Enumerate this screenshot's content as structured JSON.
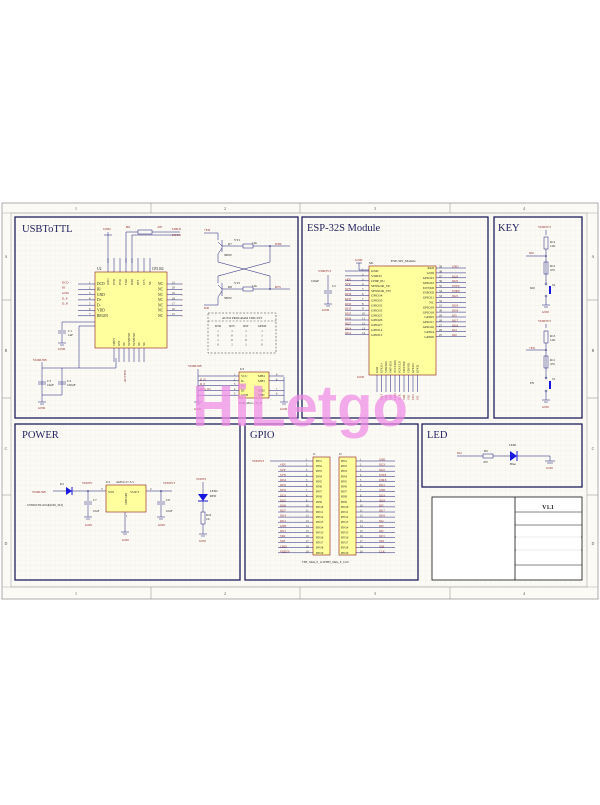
{
  "sheet": {
    "columns": [
      "1",
      "2",
      "3",
      "4"
    ],
    "rows": [
      "A",
      "B",
      "C",
      "D"
    ],
    "watermark": "HiLetgo",
    "colors": {
      "frame_bg": "#fbfaf5",
      "panel_border": "#1f1f5e",
      "wire": "#1a1a7a",
      "net_label": "#8b1a1a",
      "chip_fill": "#ffff9e",
      "chip_border": "#8b1a1a",
      "grid": "#ece8dc",
      "watermark": "#f08ae6",
      "led": "#1818e0"
    }
  },
  "panels": {
    "usb": {
      "title": "USBToTTL",
      "chip": {
        "ref": "U2",
        "part": "CP2102",
        "left_pins": [
          {
            "num": "1",
            "name": "DCD",
            "net": "DCD"
          },
          {
            "num": "2",
            "name": "RI",
            "net": "RI"
          },
          {
            "num": "3",
            "name": "GND",
            "net": "GND"
          },
          {
            "num": "4",
            "name": "D+",
            "net": "D_P"
          },
          {
            "num": "5",
            "name": "D-",
            "net": "D_N"
          },
          {
            "num": "6",
            "name": "VDD",
            "net": ""
          },
          {
            "num": "7",
            "name": "REGIN",
            "net": ""
          }
        ],
        "right_pins": [
          {
            "num": "21",
            "name": "NC"
          },
          {
            "num": "20",
            "name": "NC"
          },
          {
            "num": "19",
            "name": "NC"
          },
          {
            "num": "18",
            "name": "NC"
          },
          {
            "num": "17",
            "name": "NC"
          },
          {
            "num": "16",
            "name": "NC"
          },
          {
            "num": "15",
            "name": "NC"
          }
        ],
        "top_pins": [
          "GND",
          "DTR",
          "DSR",
          "TXD",
          "RXD",
          "RTS",
          "CTS",
          "NC"
        ],
        "bottom_pins": [
          "VBUS",
          "RST",
          "NC",
          "SUSPEND",
          "SUSPEND",
          "NC",
          "NC"
        ],
        "bottom_net": "ACTIVE"
      },
      "top_nets": {
        "gnd": "GND",
        "r6": "R6",
        "r6_val": "470",
        "u0rx": "U0RX",
        "u0tx": "U0TX"
      },
      "c1": {
        "ref": "C1",
        "val": "1uF",
        "gnd": "GND"
      },
      "vddusb": "VDDUSB",
      "c3": {
        "ref": "C3",
        "val": "10uF"
      },
      "c4": {
        "ref": "C4",
        "val": "100nF"
      },
      "gnd2": "GND",
      "transistors": {
        "en": "+EN",
        "vt1": "VT1",
        "r7": "R7",
        "r7_val": "12k",
        "dtr": "DTR",
        "q1": "S8050",
        "vt2": "VT2",
        "r8": "R8",
        "r8_val": "12k",
        "rts": "RTS",
        "q2": "S8050",
        "io0": "IO0"
      },
      "auto_table": {
        "title": "AUTO PROGRAM CIRCUIT",
        "headers": [
          "DTR",
          "RTS",
          "RST",
          "GPIO0"
        ],
        "rows": [
          [
            "1",
            "1",
            "1",
            "1"
          ],
          [
            "0",
            "0",
            "1",
            "1"
          ],
          [
            "1",
            "0",
            "0",
            "1"
          ],
          [
            "0",
            "1",
            "1",
            "0"
          ]
        ]
      },
      "micro_usb": {
        "ref": "U3",
        "part": "USB_Micro_5S_B",
        "vdd": "VDDUSB",
        "left_pins": [
          {
            "num": "1",
            "name": "VCC",
            "net": ""
          },
          {
            "num": "2",
            "name": "D-",
            "net": "D_N"
          },
          {
            "num": "3",
            "name": "D+",
            "net": "D_P"
          },
          {
            "num": "4",
            "name": "ID",
            "net": "OTG_ID"
          },
          {
            "num": "5",
            "name": "GND",
            "net": ""
          }
        ],
        "right_pins": [
          {
            "num": "9",
            "name": "MH4"
          },
          {
            "num": "8",
            "name": "MH3"
          },
          {
            "num": "7",
            "name": "MH2"
          },
          {
            "num": "6",
            "name": "MH1"
          }
        ],
        "gnd_left": "GND",
        "gnd_right": "GND"
      }
    },
    "esp": {
      "title": "ESP-32S Module",
      "module": {
        "ref": "M1",
        "part": "ESP-32S_Module",
        "left_pins": [
          {
            "num": "1",
            "name": "GND",
            "net": ""
          },
          {
            "num": "2",
            "name": "VDD33",
            "net": ""
          },
          {
            "num": "3",
            "name": "CHIP_PU",
            "net": "+EN"
          },
          {
            "num": "4",
            "name": "SENSOR_VP",
            "net": "SVP"
          },
          {
            "num": "5",
            "name": "SENSOR_VN",
            "net": "SVN"
          },
          {
            "num": "6",
            "name": "GPIO34",
            "net": "IO34"
          },
          {
            "num": "7",
            "name": "GPIO35",
            "net": "IO35"
          },
          {
            "num": "8",
            "name": "GPIO32",
            "net": "IO32"
          },
          {
            "num": "9",
            "name": "GPIO33",
            "net": "IO33"
          },
          {
            "num": "10",
            "name": "GPIO25",
            "net": "IO25"
          },
          {
            "num": "11",
            "name": "GPIO26",
            "net": "IO26"
          },
          {
            "num": "12",
            "name": "GPIO27",
            "net": "IO27"
          },
          {
            "num": "13",
            "name": "GPIO14",
            "net": "IO14"
          },
          {
            "num": "14",
            "name": "GPIO12",
            "net": "IO12"
          }
        ],
        "right_pins": [
          {
            "num": "39",
            "name": "PAD",
            "net": "GND"
          },
          {
            "num": "38",
            "name": "GND",
            "net": ""
          },
          {
            "num": "37",
            "name": "GPIO23",
            "net": "IO23"
          },
          {
            "num": "36",
            "name": "GPIO22",
            "net": "IO22"
          },
          {
            "num": "35",
            "name": "U0TXD",
            "net": "U0TX"
          },
          {
            "num": "34",
            "name": "U0RXD",
            "net": "U0RX"
          },
          {
            "num": "33",
            "name": "GPIO21",
            "net": "IO21"
          },
          {
            "num": "32",
            "name": "NC",
            "net": ""
          },
          {
            "num": "31",
            "name": "GPIO19",
            "net": "IO19"
          },
          {
            "num": "30",
            "name": "GPIO18",
            "net": "IO18"
          },
          {
            "num": "29",
            "name": "GPIO5",
            "net": "IO5"
          },
          {
            "num": "28",
            "name": "GPIO17",
            "net": "IO17"
          },
          {
            "num": "27",
            "name": "GPIO16",
            "net": "IO16"
          },
          {
            "num": "26",
            "name": "GPIO4",
            "net": "IO4"
          },
          {
            "num": "25",
            "name": "GPIO0",
            "net": "IO0"
          }
        ],
        "bottom_pins": [
          "GND",
          "GPIO13",
          "SHD/SD2",
          "SWP/SD3",
          "SCS/CMD",
          "SCK/CLK",
          "SDO/SD0",
          "SDI/SD1",
          "GPIO15",
          "GPIO2"
        ],
        "bottom_nets": [
          "",
          "IO13",
          "SD2",
          "SD3",
          "CMD",
          "CLK",
          "SD0",
          "SD1",
          "IO15",
          "IO2"
        ]
      },
      "gnd_top": "GND",
      "vdd": "VDD3V3",
      "c2": {
        "ref": "C2",
        "val": "100uF"
      },
      "gnd_c2": "GND",
      "gnd_bottom": "GND"
    },
    "key": {
      "title": "KEY",
      "top": {
        "vdd": "VDD3V3",
        "r_top": "R14",
        "r_top_val": "12K",
        "net": "IO0",
        "r_bot": "R12",
        "r_bot_val": "470",
        "sw": "S2",
        "sw_label": "IO0",
        "gnd": "GND"
      },
      "bottom": {
        "vdd": "VDD3V3",
        "r_top": "R13",
        "r_top_val": "12K",
        "net": "+EN",
        "r_bot": "R11",
        "r_bot_val": "470",
        "sw": "S1",
        "sw_label": "EN",
        "gnd": "GND"
      }
    },
    "power": {
      "title": "POWER",
      "d1": {
        "ref": "D1",
        "part": "1N5819/SS14/S4(SOD_323)",
        "in": "VDDUSB"
      },
      "vdd5v": "VDD5V",
      "c7": {
        "ref": "C7",
        "val": "10uF",
        "gnd": "GND"
      },
      "reg": {
        "ref": "U4",
        "part": "AMS1117-3.3",
        "vin": "VIN",
        "vout": "VOUT",
        "gnd_pin": "GND/ADJ",
        "pin_in": "3",
        "pin_out": "2",
        "pin_gnd": "1",
        "gnd": "GND"
      },
      "vdd3v3": "VDD3V3",
      "c8": {
        "ref": "C8",
        "val": "10uF",
        "gnd": "GND"
      },
      "led2": {
        "vdd": "VDD5V",
        "ref": "LED2",
        "color": "RED",
        "r": "R10",
        "r_val": "1K",
        "gnd": "GND"
      }
    },
    "gpio": {
      "title": "GPIO",
      "vdd": "VDD3V3",
      "j1": {
        "ref": "J1",
        "part": "THT_Male_P_1x19",
        "nets": [
          "",
          "+EN",
          "SVP",
          "SVN",
          "IO34",
          "IO35",
          "IO32",
          "IO33",
          "IO25",
          "IO26",
          "IO27",
          "IO14",
          "IO12",
          "GND",
          "IO13",
          "SD2",
          "SD3",
          "CMD",
          "VDD5V"
        ],
        "pins": [
          "PIN1",
          "PIN2",
          "PIN3",
          "PIN4",
          "PIN5",
          "PIN6",
          "PIN7",
          "PIN8",
          "PIN9",
          "PIN10",
          "PIN11",
          "PIN12",
          "PIN13",
          "PIN14",
          "PIN15",
          "PIN16",
          "PIN17",
          "PIN18",
          "PIN19"
        ]
      },
      "j2": {
        "ref": "J2",
        "part": "THT_Male_P_1x19",
        "nets": [
          "GND",
          "IO23",
          "IO22",
          "U0TX",
          "U0RX",
          "IO21",
          "GND",
          "IO19",
          "IO18",
          "IO5",
          "IO17",
          "IO16",
          "IO4",
          "IO0",
          "IO2",
          "IO15",
          "SD1",
          "SD0",
          "CLK"
        ],
        "pins": [
          "PIN1",
          "PIN2",
          "PIN3",
          "PIN4",
          "PIN5",
          "PIN6",
          "PIN7",
          "PIN8",
          "PIN9",
          "PIN10",
          "PIN11",
          "PIN12",
          "PIN13",
          "PIN14",
          "PIN15",
          "PIN16",
          "PIN17",
          "PIN18",
          "PIN19"
        ]
      },
      "label": "THT_Male_P_1x19THT_Male_P_1x19"
    },
    "led": {
      "title": "LED",
      "net": "IO2",
      "r": "R9",
      "r_val": "470",
      "ref": "LED1",
      "color": "Blue",
      "gnd": "GND"
    },
    "title_block": {
      "version": "V1.1"
    }
  }
}
